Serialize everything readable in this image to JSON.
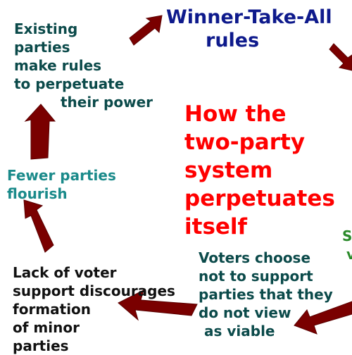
{
  "title_lines": [
    "How the",
    "two-party",
    "system",
    "perpetuates",
    "itself"
  ],
  "nodes": {
    "winner_take_all": [
      "Winner-Take-All",
      "rules"
    ],
    "existing_parties": [
      "Existing",
      "parties",
      "make rules",
      "to perpetuate",
      "their power"
    ],
    "fewer_parties": [
      "Fewer parties",
      "flourish"
    ],
    "lack_of_support": [
      "Lack of voter",
      "support discourages",
      "formation",
      "of minor",
      "parties"
    ],
    "voters_choose": [
      "Voters choose",
      "not to support",
      "parties that they",
      "do not view",
      "as viable"
    ],
    "edge_fragment": [
      "S",
      "v"
    ]
  },
  "colors": {
    "title": "#ff0000",
    "winner_take_all": "#0e1a8c",
    "existing_parties": "#0b4a4a",
    "fewer_parties": "#1a8a8a",
    "lack_of_support": "#111111",
    "voters_choose": "#0b4a4a",
    "edge_fragment": "#2a8a2a",
    "arrow": "#7a0000"
  }
}
